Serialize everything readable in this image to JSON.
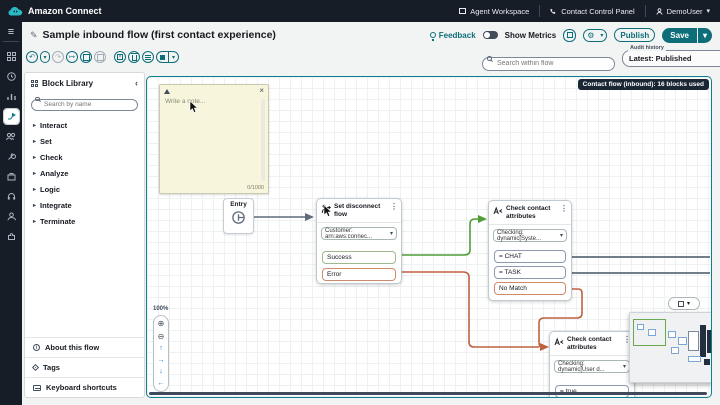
{
  "topbar": {
    "brand": "Amazon Connect",
    "agent_workspace": "Agent Workspace",
    "contact_control_panel": "Contact Control Panel",
    "user": "DemoUser"
  },
  "header": {
    "title": "Sample inbound flow (first contact experience)",
    "feedback": "Feedback",
    "show_metrics": "Show Metrics",
    "publish": "Publish",
    "save": "Save"
  },
  "flow_toolbar": {
    "search_placeholder": "Search within flow",
    "audit_label": "Audit history",
    "audit_value": "Latest: Published"
  },
  "canvas_badge": "Contact flow (inbound): 16 blocks used",
  "library": {
    "title": "Block Library",
    "search_placeholder": "Search by name",
    "categories": [
      "Interact",
      "Set",
      "Check",
      "Analyze",
      "Logic",
      "Integrate",
      "Terminate"
    ],
    "footer": [
      "About this flow",
      "Tags",
      "Keyboard shortcuts"
    ]
  },
  "canvas": {
    "note": {
      "placeholder": "Write a note...",
      "char_count": "0/1000"
    },
    "entry_label": "Entry",
    "blocks": [
      {
        "title": "Set disconnect flow",
        "param": "Customer: arn:aws:connec...",
        "outputs": [
          "Success",
          "Error"
        ]
      },
      {
        "title": "Check contact attributes",
        "param": "Checking: dynamic[Syste...",
        "outputs": [
          "= CHAT",
          "= TASK",
          "No Match"
        ]
      },
      {
        "title": "Check contact attributes",
        "param": "Checking: dynamic[User d...",
        "outputs": [
          "= true"
        ]
      }
    ],
    "zoom_level": "100%"
  },
  "icons": {
    "undo": "↶",
    "redo": "↷",
    "caret_down": "▾",
    "chevron_collapse": "‹",
    "triangle_right": "▸",
    "pencil": "✎",
    "gear": "⚙",
    "close": "×",
    "kebab": "⋮",
    "zoom_in": "⊕",
    "zoom_out": "⊖",
    "arrow_up": "↑",
    "arrow_right": "→",
    "arrow_down": "↓",
    "arrow_left": "←",
    "hamburger": "≡"
  },
  "colors": {
    "topnav_bg": "#161d26",
    "accent_teal": "#0d6e79",
    "canvas_border": "#0d7f92",
    "connector_slate": "#5f6b7a",
    "connector_green": "#4f9e35",
    "connector_orange": "#c0603f",
    "note_bg": "#f7f6dc"
  }
}
